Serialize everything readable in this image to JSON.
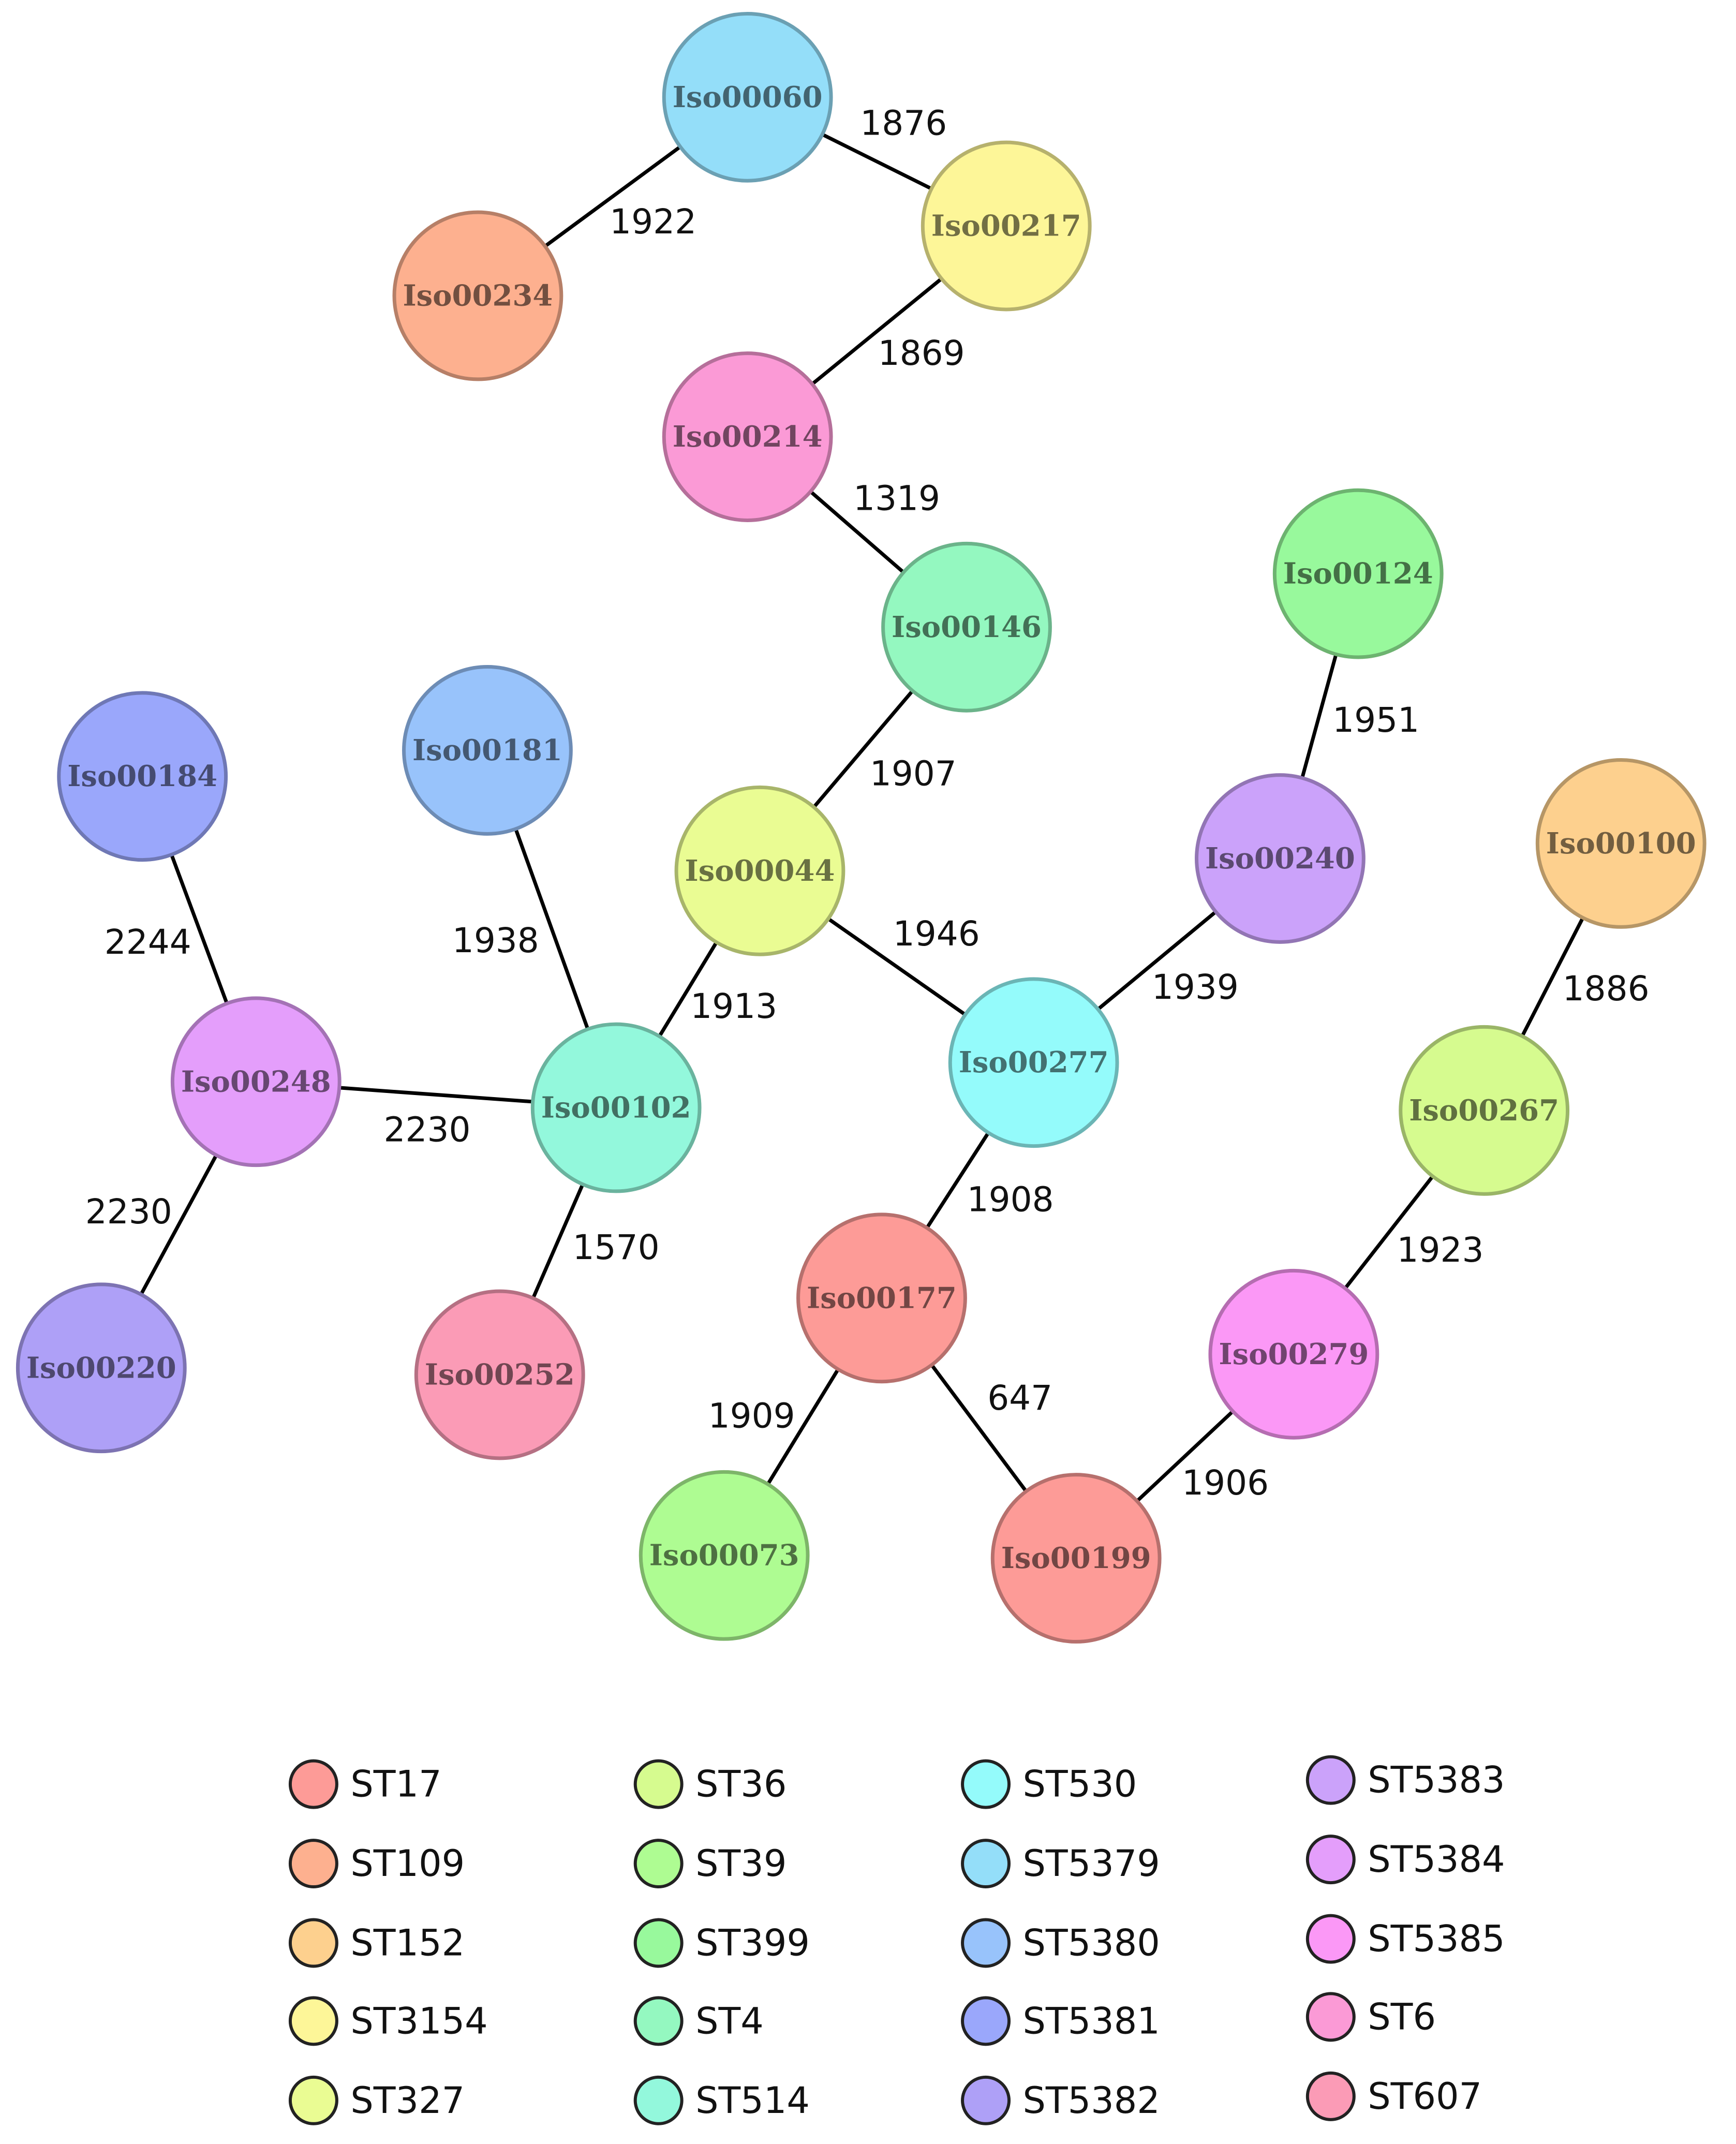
{
  "nodes": [
    {
      "id": "Iso00060",
      "st": "ST5379"
    },
    {
      "id": "Iso00234",
      "st": "ST109"
    },
    {
      "id": "Iso00217",
      "st": "ST3154"
    },
    {
      "id": "Iso00214",
      "st": "ST6"
    },
    {
      "id": "Iso00146",
      "st": "ST4"
    },
    {
      "id": "Iso00124",
      "st": "ST399"
    },
    {
      "id": "Iso00184",
      "st": "ST5381"
    },
    {
      "id": "Iso00181",
      "st": "ST5380"
    },
    {
      "id": "Iso00044",
      "st": "ST327"
    },
    {
      "id": "Iso00240",
      "st": "ST5383"
    },
    {
      "id": "Iso00100",
      "st": "ST152"
    },
    {
      "id": "Iso00248",
      "st": "ST5384"
    },
    {
      "id": "Iso00102",
      "st": "ST514"
    },
    {
      "id": "Iso00277",
      "st": "ST530"
    },
    {
      "id": "Iso00267",
      "st": "ST36"
    },
    {
      "id": "Iso00177",
      "st": "ST17"
    },
    {
      "id": "Iso00220",
      "st": "ST5382"
    },
    {
      "id": "Iso00252",
      "st": "ST607"
    },
    {
      "id": "Iso00279",
      "st": "ST5385"
    },
    {
      "id": "Iso00073",
      "st": "ST39"
    },
    {
      "id": "Iso00199",
      "st": "ST17"
    }
  ],
  "edges": [
    {
      "source": "Iso00060",
      "target": "Iso00234",
      "weight": "1922"
    },
    {
      "source": "Iso00060",
      "target": "Iso00217",
      "weight": "1876"
    },
    {
      "source": "Iso00217",
      "target": "Iso00214",
      "weight": "1869"
    },
    {
      "source": "Iso00214",
      "target": "Iso00146",
      "weight": "1319"
    },
    {
      "source": "Iso00146",
      "target": "Iso00044",
      "weight": "1907"
    },
    {
      "source": "Iso00124",
      "target": "Iso00240",
      "weight": "1951"
    },
    {
      "source": "Iso00184",
      "target": "Iso00248",
      "weight": "2244"
    },
    {
      "source": "Iso00181",
      "target": "Iso00102",
      "weight": "1938"
    },
    {
      "source": "Iso00044",
      "target": "Iso00277",
      "weight": "1946"
    },
    {
      "source": "Iso00044",
      "target": "Iso00102",
      "weight": "1913"
    },
    {
      "source": "Iso00240",
      "target": "Iso00277",
      "weight": "1939"
    },
    {
      "source": "Iso00100",
      "target": "Iso00267",
      "weight": "1886"
    },
    {
      "source": "Iso00248",
      "target": "Iso00102",
      "weight": "2230"
    },
    {
      "source": "Iso00248",
      "target": "Iso00220",
      "weight": "2230"
    },
    {
      "source": "Iso00102",
      "target": "Iso00252",
      "weight": "1570"
    },
    {
      "source": "Iso00277",
      "target": "Iso00177",
      "weight": "1908"
    },
    {
      "source": "Iso00267",
      "target": "Iso00279",
      "weight": "1923"
    },
    {
      "source": "Iso00177",
      "target": "Iso00073",
      "weight": "1909"
    },
    {
      "source": "Iso00177",
      "target": "Iso00199",
      "weight": "647"
    },
    {
      "source": "Iso00279",
      "target": "Iso00199",
      "weight": "1906"
    }
  ],
  "legend": [
    {
      "label": "ST17",
      "color": "#fd9b97"
    },
    {
      "label": "ST109",
      "color": "#fdb08f"
    },
    {
      "label": "ST152",
      "color": "#fdd08e"
    },
    {
      "label": "ST3154",
      "color": "#fdf698"
    },
    {
      "label": "ST327",
      "color": "#eafc93"
    },
    {
      "label": "ST36",
      "color": "#d6fb8f"
    },
    {
      "label": "ST39",
      "color": "#aefc92"
    },
    {
      "label": "ST399",
      "color": "#98f99c"
    },
    {
      "label": "ST4",
      "color": "#94f8c0"
    },
    {
      "label": "ST514",
      "color": "#93f8dc"
    },
    {
      "label": "ST530",
      "color": "#94fbfb"
    },
    {
      "label": "ST5379",
      "color": "#94def9"
    },
    {
      "label": "ST5380",
      "color": "#98c3fb"
    },
    {
      "label": "ST5381",
      "color": "#9aa7fb"
    },
    {
      "label": "ST5382",
      "color": "#aea0f7"
    },
    {
      "label": "ST5383",
      "color": "#cba2fa"
    },
    {
      "label": "ST5384",
      "color": "#e49efb"
    },
    {
      "label": "ST5385",
      "color": "#fb98f6"
    },
    {
      "label": "ST6",
      "color": "#fb9ad6"
    },
    {
      "label": "ST607",
      "color": "#fb9bb6"
    }
  ]
}
